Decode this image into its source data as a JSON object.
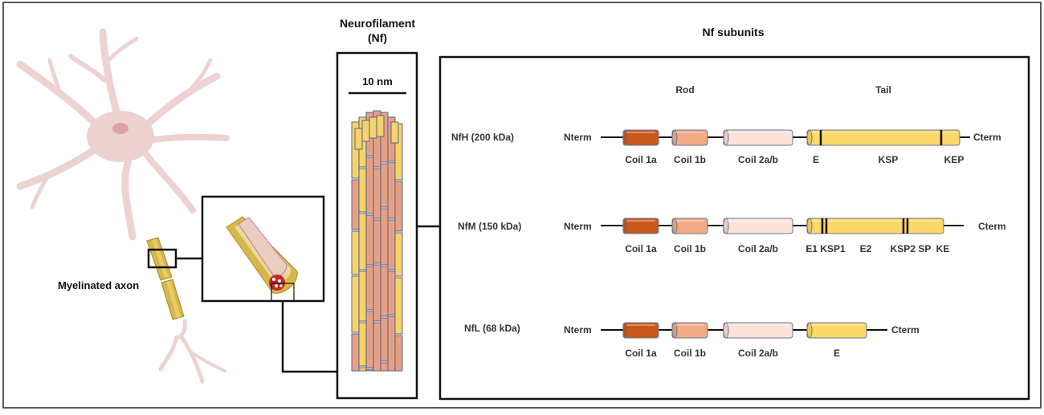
{
  "neuron": {
    "label": "Myelinated axon"
  },
  "neurofilament": {
    "title_line1": "Neurofilament",
    "title_line2": "(Nf)",
    "scale_label": "10 nm"
  },
  "subunits": {
    "title": "Nf subunits",
    "rod_label": "Rod",
    "tail_label": "Tail",
    "nterm": "Nterm",
    "cterm": "Cterm",
    "rows": [
      {
        "name": "NfH (200 kDa)",
        "coil1a": "Coil 1a",
        "coil1b": "Coil 1b",
        "coil2ab": "Coil 2a/b",
        "tail_labels": [
          "E",
          "KSP",
          "KEP"
        ]
      },
      {
        "name": "NfM (150 kDa)",
        "coil1a": "Coil 1a",
        "coil1b": "Coil 1b",
        "coil2ab": "Coil 2a/b",
        "tail_labels": [
          "E1 KSP1",
          "E2",
          "KSP2 SP",
          "KE"
        ]
      },
      {
        "name": "NfL (68 kDa)",
        "coil1a": "Coil 1a",
        "coil1b": "Coil 1b",
        "coil2ab": "Coil 2a/b",
        "tail_labels": [
          "E"
        ]
      }
    ]
  },
  "colors": {
    "coil1a": "#c8581c",
    "coil1b": "#f2ab84",
    "coil2ab": "#fbe3d8",
    "tail": "#fbd968",
    "neuron": "#eed2d2",
    "myelin": "#d6b84a",
    "filament_core": "#e6a184",
    "filament_outer": "#f5d36a"
  }
}
